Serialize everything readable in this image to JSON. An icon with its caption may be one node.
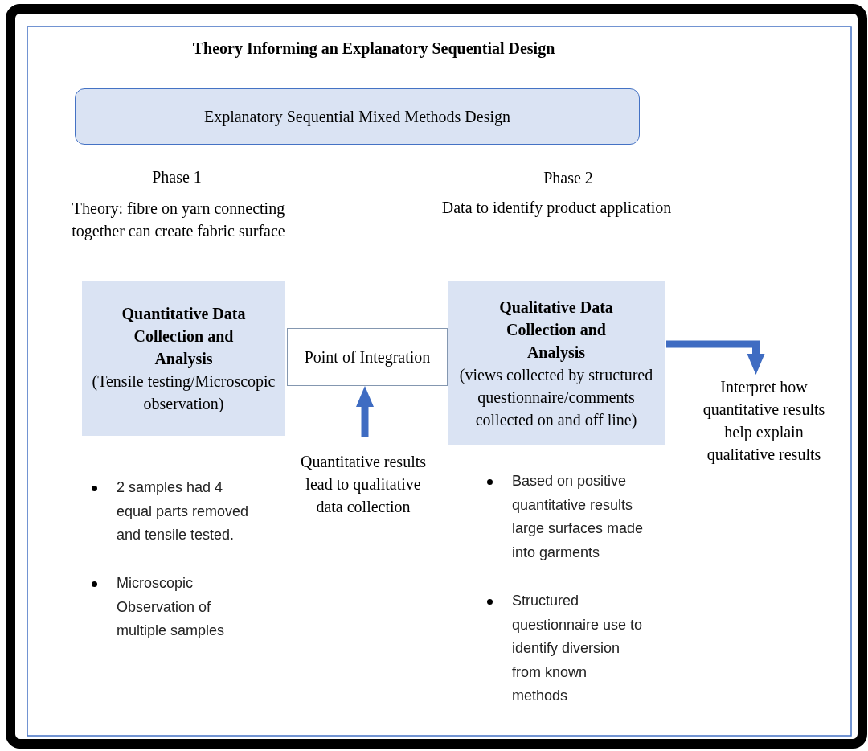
{
  "diagram": {
    "title": "Theory Informing an Explanatory Sequential Design",
    "nodes": [
      {
        "text": [
          "Explanatory Sequential Mixed Methods Design"
        ]
      },
      {
        "text": [
          "Quantitative Data Collection and Analysis",
          "(Tensile testing/Microscopic observation)"
        ]
      },
      {
        "text": [
          "Point of Integration"
        ]
      },
      {
        "text": [
          "Qualitative Data Collection and Analysis",
          "(views collected by structured questionnaire/comments collected on and off line)"
        ]
      },
      {
        "text": [
          "Quantitative results lead to qualitative data collection"
        ]
      },
      {
        "text": [
          "Interpret how quantitative results help explain qualitative results"
        ]
      }
    ],
    "edges": [
      {
        "from": 4,
        "to": 2,
        "arrow": "to"
      },
      {
        "from": 3,
        "to": 5,
        "arrow": "to"
      }
    ],
    "labels": [
      "Phase 1",
      "Theory: fibre on yarn connecting together can create fabric surface",
      "Phase 2",
      "Data to identify product application",
      "2 samples had 4 equal parts removed and tensile tested.",
      "Microscopic Observation of multiple samples",
      "Based on positive quantitative results large surfaces made into garments",
      "Structured questionnaire use to identify diversion from known methods"
    ]
  }
}
